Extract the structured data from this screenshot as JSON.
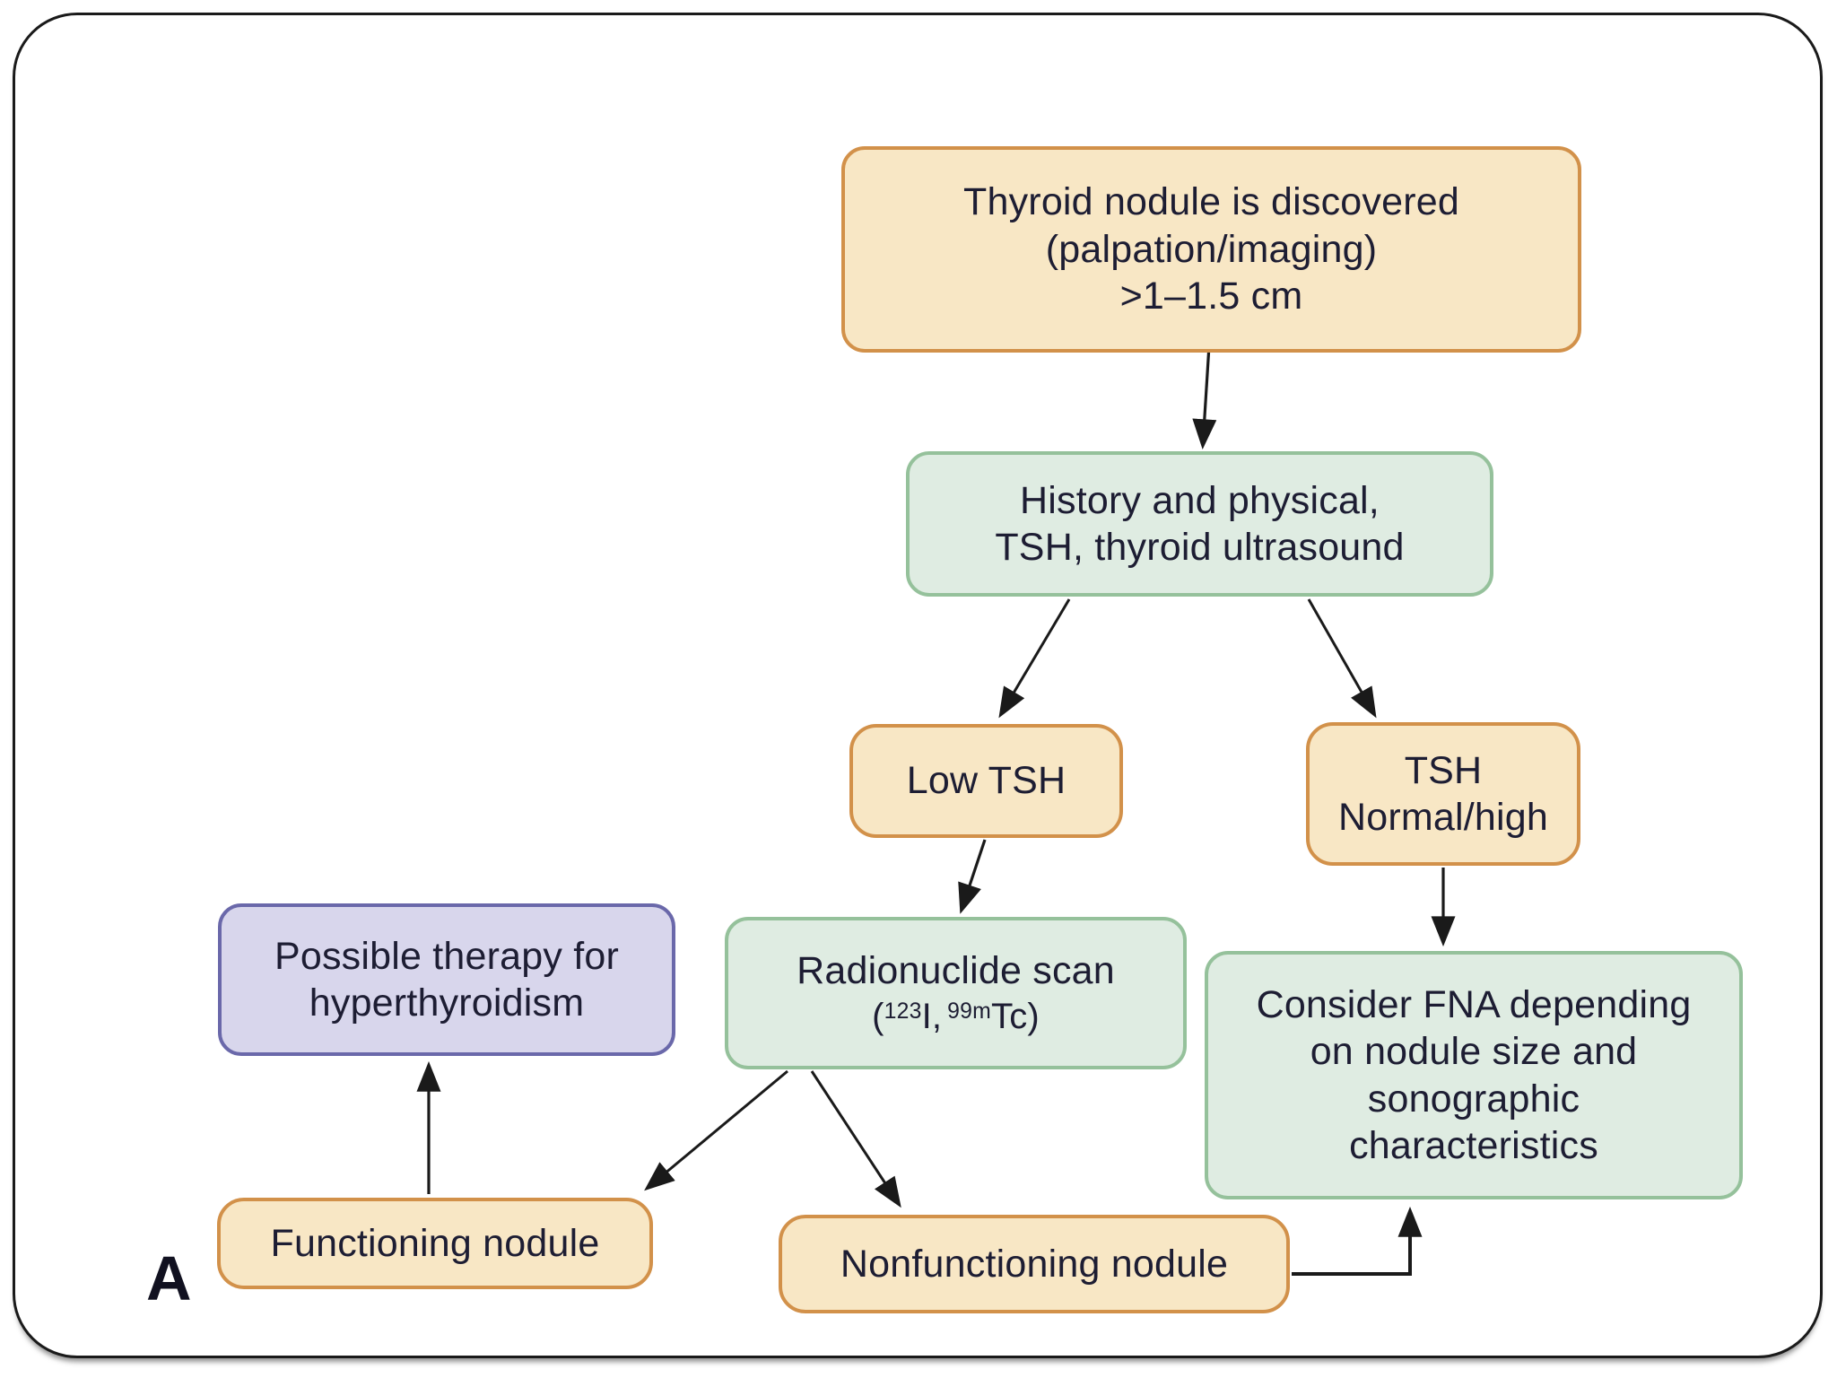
{
  "figure": {
    "panel_label": "A"
  },
  "theme": {
    "background": "#ffffff",
    "frame_border": "#1a1a1a",
    "arrow": "#1a1a1a",
    "text": "#1d1d33",
    "tan_fill": "#f8e7c5",
    "tan_border": "#d2914a",
    "green_fill": "#dfece2",
    "green_border": "#95c19b",
    "purple_fill": "#d8d6ec",
    "purple_border": "#6a68aa"
  },
  "flowchart": {
    "nodes": {
      "discovered": {
        "lines": [
          "Thyroid nodule is discovered",
          "(palpation/imaging)",
          ">1–1.5 cm"
        ]
      },
      "history": {
        "lines": [
          "History and physical,",
          "TSH, thyroid ultrasound"
        ]
      },
      "low_tsh": {
        "lines": [
          "Low TSH"
        ]
      },
      "tsh_normal_high": {
        "lines": [
          "TSH",
          "Normal/high"
        ]
      },
      "radionuclide": {
        "title": "Radionuclide scan",
        "isotopes": {
          "open": "(",
          "iso1_sup": "123",
          "iso1": "I,",
          "iso2_sup": "99m",
          "iso2": "Tc)"
        }
      },
      "possible_therapy": {
        "lines": [
          "Possible therapy for",
          "hyperthyroidism"
        ]
      },
      "consider_fna": {
        "lines": [
          "Consider FNA depending",
          "on nodule size and",
          "sonographic",
          "characteristics"
        ]
      },
      "functioning": {
        "lines": [
          "Functioning nodule"
        ]
      },
      "nonfunctioning": {
        "lines": [
          "Nonfunctioning nodule"
        ]
      }
    }
  }
}
